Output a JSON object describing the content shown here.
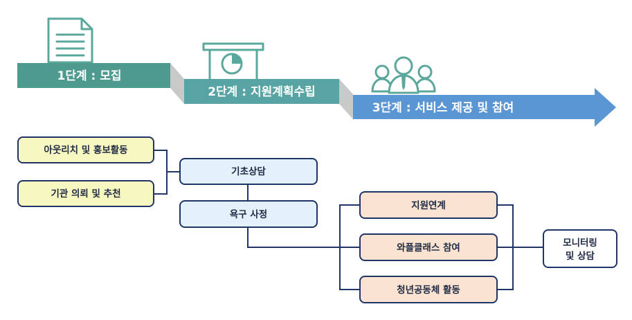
{
  "steps": [
    {
      "label": "1단계 : 모집",
      "color": "#4e9a8f"
    },
    {
      "label": "2단계 : 지원계획수립",
      "color": "#58a3a3"
    },
    {
      "label": "3단계 : 서비스 제공 및 참여",
      "color": "#5b96d4"
    }
  ],
  "nodes": {
    "outreach": "아웃리치 및 홍보활동",
    "referral": "기관 의뢰 및 추천",
    "basic_consult": "기초상담",
    "needs_assessment": "욕구 사정",
    "support_link": "지원연계",
    "wafle_class": "와플클래스 참여",
    "youth_community": "청년공동체 활동",
    "monitoring_line1": "모니터링",
    "monitoring_line2": "및 상담"
  },
  "colors": {
    "connector": "#1f3366",
    "yellow_box": "#f7f8bf",
    "blue_box": "#e3f1fb",
    "peach_box": "#fae3d0",
    "ribbon_fold": "#c9c9c9",
    "icon": "#5aa79c"
  },
  "icons": [
    "document-icon",
    "presentation-chart-icon",
    "people-group-icon"
  ]
}
